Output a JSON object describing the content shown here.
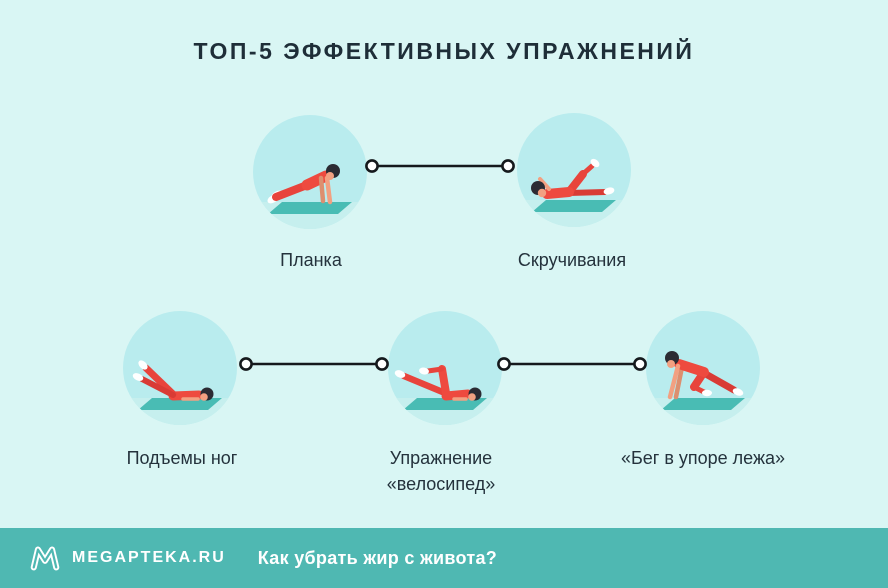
{
  "title": "ТОП-5 ЭФФЕКТИВНЫХ УПРАЖНЕНИЙ",
  "exercises": [
    {
      "label": "Планка",
      "icon": "plank-exercise-illustration"
    },
    {
      "label": "Скручивания",
      "icon": "crunches-exercise-illustration"
    },
    {
      "label": "Подъемы ног",
      "icon": "leg-raises-exercise-illustration"
    },
    {
      "label": "Упражнение «велосипед»",
      "icon": "bicycle-exercise-illustration"
    },
    {
      "label": "«Бег в упоре лежа»",
      "icon": "mountain-climber-exercise-illustration"
    }
  ],
  "footer": {
    "brand": "MEGAPTEKA.RU",
    "tagline": "Как убрать жир с живота?",
    "logo_icon": "megapteka-m-logo-icon"
  },
  "colors": {
    "background": "#d9f6f4",
    "bubble": "#b9ecee",
    "bubble_floor": "#c6efee",
    "mat": "#49bcb4",
    "outfit": "#ee4a3f",
    "footer_background": "#4fb8b2",
    "text": "#1e2e38",
    "connector": "#15191c"
  }
}
